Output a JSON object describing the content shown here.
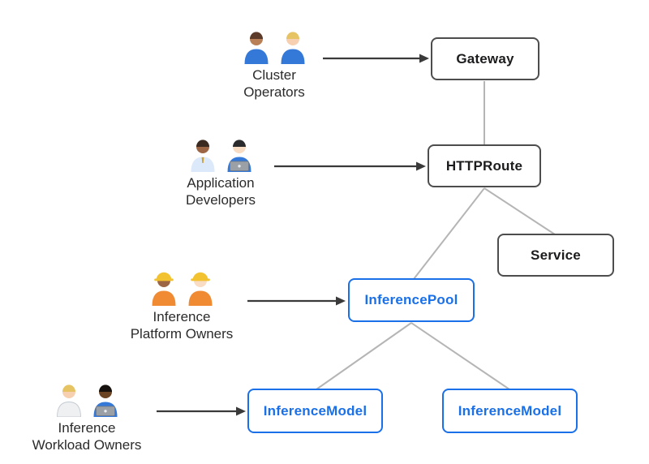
{
  "diagram": {
    "colors": {
      "background": "#ffffff",
      "node_border_gray": "#4d4d4d",
      "node_text_dark": "#1c1c1e",
      "accent_blue": "#1a70e8",
      "connector_gray": "#b5b5b5",
      "arrow_dark": "#3a3a3a"
    },
    "nodes": [
      {
        "id": "gateway",
        "label": "Gateway",
        "variant": "gray"
      },
      {
        "id": "httproute",
        "label": "HTTPRoute",
        "variant": "gray"
      },
      {
        "id": "service",
        "label": "Service",
        "variant": "gray"
      },
      {
        "id": "inferencepool",
        "label": "InferencePool",
        "variant": "blue"
      },
      {
        "id": "inferencemodel-left",
        "label": "InferenceModel",
        "variant": "blue"
      },
      {
        "id": "inferencemodel-right",
        "label": "InferenceModel",
        "variant": "blue"
      }
    ],
    "edges": [
      {
        "from": "Gateway",
        "to": "HTTPRoute"
      },
      {
        "from": "HTTPRoute",
        "to": "InferencePool"
      },
      {
        "from": "HTTPRoute",
        "to": "Service"
      },
      {
        "from": "InferencePool",
        "to": "InferenceModel (left)"
      },
      {
        "from": "InferencePool",
        "to": "InferenceModel (right)"
      }
    ],
    "personas": [
      {
        "id": "cluster-operators",
        "label_lines": [
          "Cluster",
          "Operators"
        ],
        "points_to": "Gateway",
        "icons": [
          {
            "name": "man-mechanic-icon",
            "skin": "#b97f56",
            "hair": "#5b3a29",
            "shirt": "#3478d8"
          },
          {
            "name": "woman-mechanic-icon",
            "skin": "#f6d0b1",
            "hair": "#e7c463",
            "shirt": "#3478d8"
          }
        ]
      },
      {
        "id": "application-developers",
        "label_lines": [
          "Application",
          "Developers"
        ],
        "points_to": "HTTPRoute",
        "icons": [
          {
            "name": "man-office-worker-icon",
            "skin": "#9c6644",
            "hair": "#3b2a20",
            "shirt": "#dbe9fa",
            "tie": "#c9a13b"
          },
          {
            "name": "woman-technologist-icon",
            "skin": "#f8dcc3",
            "hair": "#2b2b2e",
            "shirt": "#3478d8",
            "laptop": "#9aa0a6"
          }
        ]
      },
      {
        "id": "inference-platform-owners",
        "label_lines": [
          "Inference",
          "Platform Owners"
        ],
        "points_to": "InferencePool",
        "icons": [
          {
            "name": "woman-construction-worker-icon",
            "skin": "#9c6644",
            "hair": "#3b2a20",
            "shirt": "#f08b33",
            "hat": "#f2c230"
          },
          {
            "name": "man-construction-worker-icon",
            "skin": "#f8dcc3",
            "hair": "#d9b168",
            "shirt": "#f08b33",
            "hat": "#f2c230"
          }
        ]
      },
      {
        "id": "inference-workload-owners",
        "label_lines": [
          "Inference",
          "Workload Owners"
        ],
        "points_to": "InferenceModel",
        "icons": [
          {
            "name": "health-worker-icon",
            "skin": "#f6d0b1",
            "hair": "#e7c463",
            "shirt": "#eef0f2",
            "outline": "#c4cad1"
          },
          {
            "name": "man-technologist-icon",
            "skin": "#6b4423",
            "hair": "#17120e",
            "shirt": "#3478d8",
            "laptop": "#9aa0a6"
          }
        ]
      }
    ]
  }
}
